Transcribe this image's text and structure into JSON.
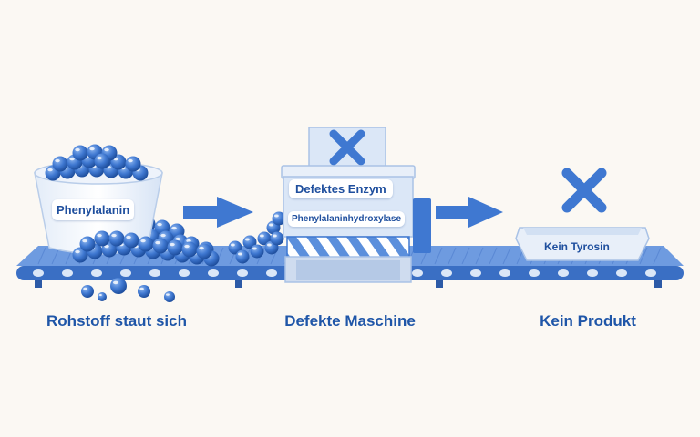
{
  "labels": {
    "raw_material": "Phenylalanin",
    "enzyme_title": "Defektes Enzym",
    "enzyme_name": "Phenylalaninhydroxylase",
    "product": "Kein Tyrosin"
  },
  "captions": {
    "left": "Rohstoff staut sich",
    "middle": "Defekte Maschine",
    "right": "Kein Produkt"
  },
  "icons": {
    "blocked": "x-icon",
    "flow": "arrow-right-icon",
    "material": "ball-icon"
  },
  "colors": {
    "primary": "#3f78d1",
    "dark": "#1f4f9e",
    "light": "#dbe7f7",
    "belt": "#4a7fcf",
    "background": "#fbf8f3"
  }
}
